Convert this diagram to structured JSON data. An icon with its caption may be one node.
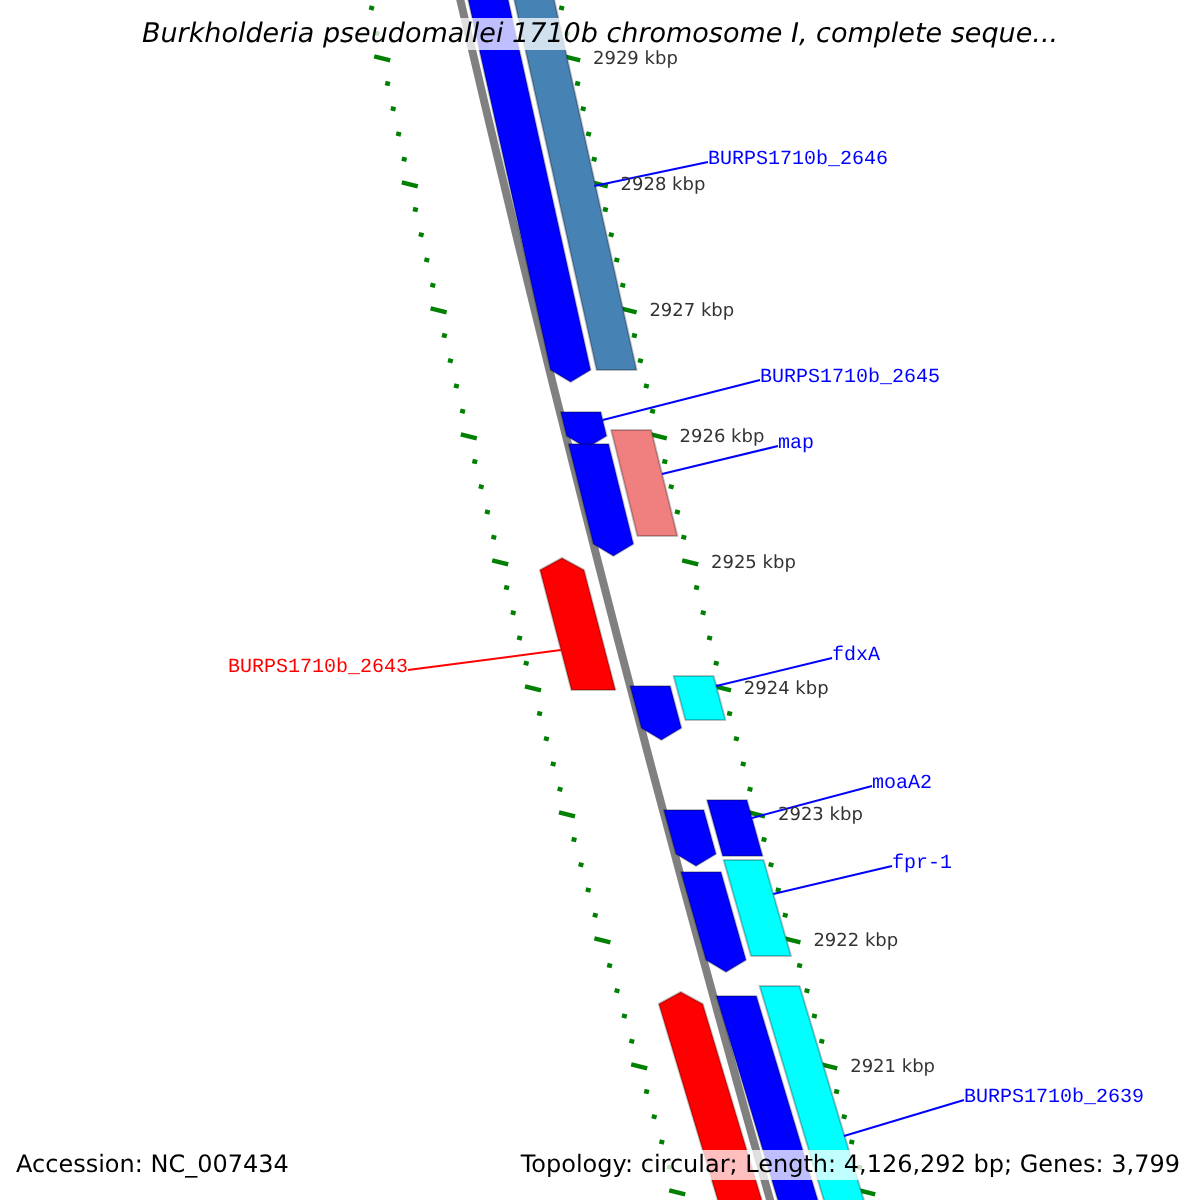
{
  "diagram": {
    "title": "Burkholderia pseudomallei 1710b chromosome I, complete seque...",
    "nodes": [
      {
        "text": [
          "BURPS1710b_2646"
        ]
      },
      {
        "text": [
          "BURPS1710b_2645"
        ]
      },
      {
        "text": [
          "map"
        ]
      },
      {
        "text": [
          "BURPS1710b_2643"
        ]
      },
      {
        "text": [
          "fdxA"
        ]
      },
      {
        "text": [
          "moaA2"
        ]
      },
      {
        "text": [
          "fpr-1"
        ]
      },
      {
        "text": [
          "BURPS1710b_2639"
        ]
      },
      {
        "text": [],
        "shape": "bar"
      },
      {
        "text": [],
        "shape": "bar"
      },
      {
        "text": [],
        "shape": "bar"
      },
      {
        "text": [],
        "shape": "bar"
      },
      {
        "text": [],
        "shape": "bar"
      },
      {
        "text": [],
        "shape": "bar"
      },
      {
        "text": [],
        "shape": "bar"
      },
      {
        "text": [],
        "shape": "bar"
      },
      {
        "text": [],
        "shape": "bar"
      },
      {
        "text": [],
        "shape": "bar"
      },
      {
        "text": [],
        "shape": "bar"
      },
      {
        "text": [],
        "shape": "bar"
      },
      {
        "text": [],
        "shape": "bar"
      },
      {
        "text": [],
        "shape": "bar"
      },
      {
        "text": [],
        "shape": "bar"
      }
    ],
    "edges": [
      {
        "from": 0,
        "to": 9,
        "arrow": "none"
      },
      {
        "from": 1,
        "to": 10,
        "arrow": "none"
      },
      {
        "from": 2,
        "to": 11,
        "arrow": "none"
      },
      {
        "from": 3,
        "to": 13,
        "arrow": "none",
        "color": "#ff0000"
      },
      {
        "from": 4,
        "to": 14,
        "arrow": "none"
      },
      {
        "from": 5,
        "to": 16,
        "arrow": "none"
      },
      {
        "from": 6,
        "to": 18,
        "arrow": "none"
      },
      {
        "from": 7,
        "to": 20,
        "arrow": "none"
      }
    ],
    "labels": [
      "2929 kbp",
      "2928 kbp",
      "2927 kbp",
      "2926 kbp",
      "2925 kbp",
      "2924 kbp",
      "2923 kbp",
      "2922 kbp",
      "2921 kbp",
      "Accession: NC_007434",
      "Topology: circular; Length: 4,126,292 bp; Genes: 3,799"
    ]
  }
}
